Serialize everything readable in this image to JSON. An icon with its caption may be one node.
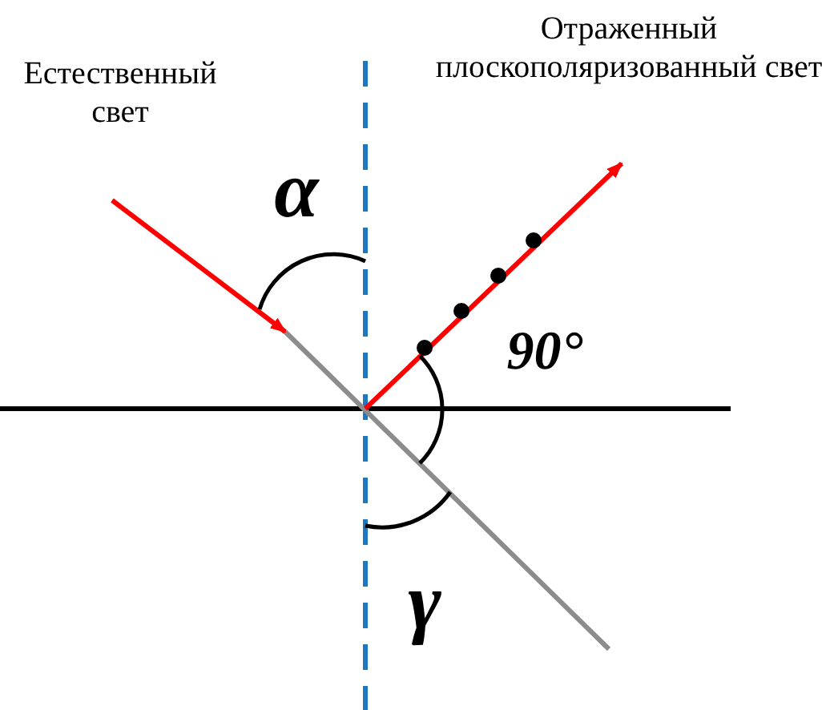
{
  "diagram": {
    "labels": [
      "Естественный свет",
      "Отраженный плоскополяризованный свет",
      "α",
      "90°",
      "γ"
    ]
  }
}
